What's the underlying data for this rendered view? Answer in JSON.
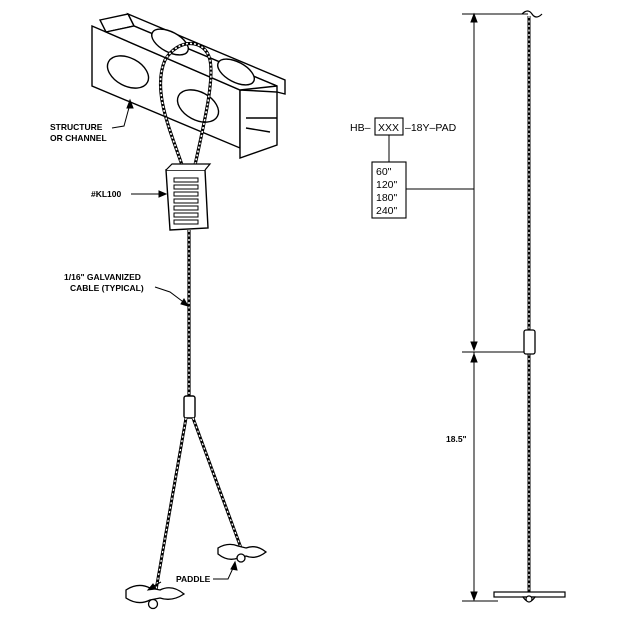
{
  "labels": {
    "structure_line1": "STRUCTURE",
    "structure_line2": "OR CHANNEL",
    "gripper": "#KL100",
    "cable_line1": "1/16\" GALVANIZED",
    "cable_line2": "CABLE (TYPICAL)",
    "paddle": "PADDLE"
  },
  "part_number": {
    "prefix": "HB–",
    "box": "XXX",
    "suffix": "–18Y–PAD"
  },
  "length_options": [
    "60\"",
    "120\"",
    "180\"",
    "240\""
  ],
  "dimension": "18.5\""
}
